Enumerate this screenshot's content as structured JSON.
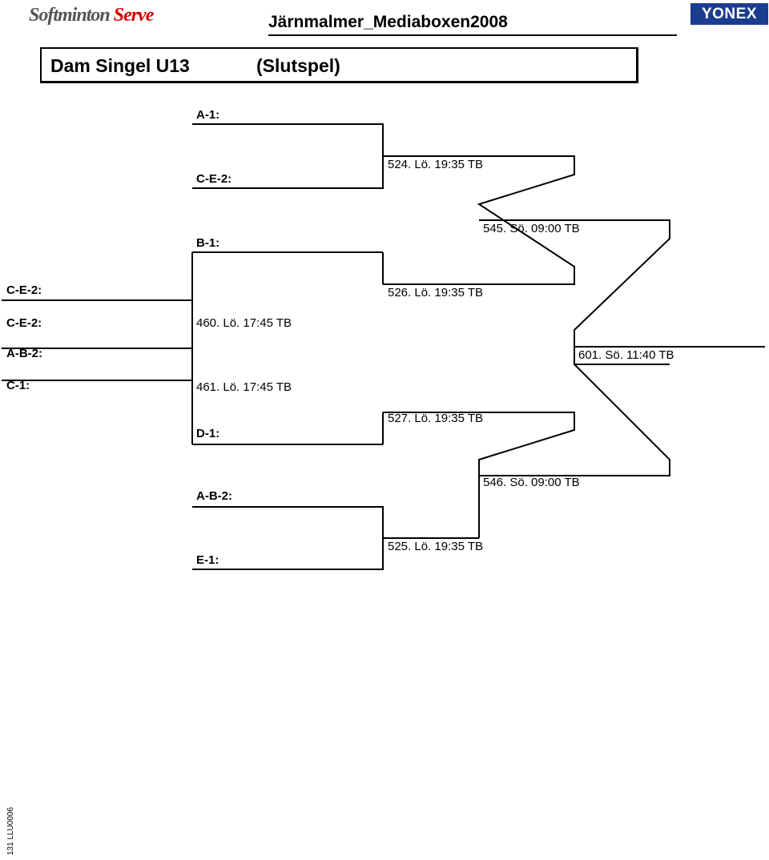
{
  "header": {
    "logo_part1": "Softminton",
    "logo_part2": "Serve",
    "document_title": "Järnmalmer_Mediaboxen2008",
    "sponsor_logo": "YONEX"
  },
  "event": {
    "name": "Dam Singel U13",
    "phase": "(Slutspel)"
  },
  "slots": {
    "r0": [
      "C-E-2:",
      "C-E-2:",
      "A-B-2:",
      "C-1:"
    ],
    "r1": [
      "A-1:",
      "C-E-2:",
      "B-1:",
      "D-1:",
      "A-B-2:",
      "E-1:"
    ]
  },
  "matches": {
    "m460": "460. Lö. 17:45  TB",
    "m461": "461. Lö. 17:45  TB",
    "m524": "524. Lö. 19:35  TB",
    "m526": "526. Lö. 19:35  TB",
    "m527": "527. Lö. 19:35  TB",
    "m525": "525. Lö. 19:35  TB",
    "m545": "545. Sö. 09:00  TB",
    "m546": "546. Sö. 09:00  TB",
    "m601": "601. Sö. 11:40  TB"
  },
  "footer": "131  LLU0006"
}
